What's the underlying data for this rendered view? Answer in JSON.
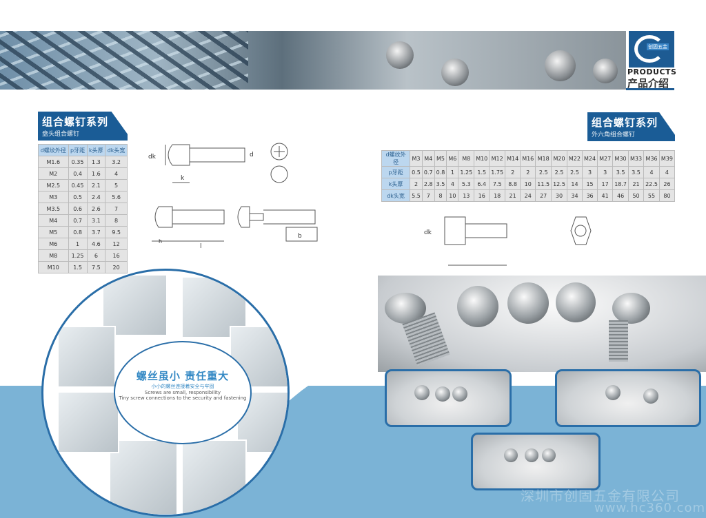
{
  "header": {
    "products_en": "PRODUCTS",
    "products_cn": "产品介绍",
    "logo_text": "创固五金"
  },
  "left_series": {
    "title": "组合螺钉系列",
    "subtitle": "盘头组合螺钉",
    "headers": [
      "d螺纹外径",
      "p牙距",
      "k头厚",
      "dk头宽"
    ],
    "rows": [
      [
        "M1.6",
        "0.35",
        "1.3",
        "3.2"
      ],
      [
        "M2",
        "0.4",
        "1.6",
        "4"
      ],
      [
        "M2.5",
        "0.45",
        "2.1",
        "5"
      ],
      [
        "M3",
        "0.5",
        "2.4",
        "5.6"
      ],
      [
        "M3.5",
        "0.6",
        "2.6",
        "7"
      ],
      [
        "M4",
        "0.7",
        "3.1",
        "8"
      ],
      [
        "M5",
        "0.8",
        "3.7",
        "9.5"
      ],
      [
        "M6",
        "1",
        "4.6",
        "12"
      ],
      [
        "M8",
        "1.25",
        "6",
        "16"
      ],
      [
        "M10",
        "1.5",
        "7.5",
        "20"
      ]
    ]
  },
  "right_series": {
    "title": "组合螺钉系列",
    "subtitle": "外六角组合螺钉",
    "rows": [
      [
        "d螺纹外径",
        "M3",
        "M4",
        "M5",
        "M6",
        "M8",
        "M10",
        "M12",
        "M14",
        "M16",
        "M18",
        "M20",
        "M22",
        "M24",
        "M27",
        "M30",
        "M33",
        "M36",
        "M39"
      ],
      [
        "p牙距",
        "0.5",
        "0.7",
        "0.8",
        "1",
        "1.25",
        "1.5",
        "1.75",
        "2",
        "2",
        "2.5",
        "2.5",
        "2.5",
        "3",
        "3",
        "3.5",
        "3.5",
        "4",
        "4"
      ],
      [
        "k头厚",
        "2",
        "2.8",
        "3.5",
        "4",
        "5.3",
        "6.4",
        "7.5",
        "8.8",
        "10",
        "11.5",
        "12.5",
        "14",
        "15",
        "17",
        "18.7",
        "21",
        "22.5",
        "26"
      ],
      [
        "dk头宽",
        "5.5",
        "7",
        "8",
        "10",
        "13",
        "16",
        "18",
        "21",
        "24",
        "27",
        "30",
        "34",
        "36",
        "41",
        "46",
        "50",
        "55",
        "80"
      ]
    ]
  },
  "drawing_labels": {
    "dk": "dk",
    "d": "d",
    "k": "k",
    "l": "l",
    "b": "b",
    "h": "h"
  },
  "slogan": {
    "cn": "螺丝虽小  责任重大",
    "cn_sub": "小小的螺丝连接着安全与牢固",
    "en1": "Screws are small, responsibility",
    "en2": "Tiny screw connections to the security and fastening"
  },
  "watermark": {
    "company": "深圳市创固五金有限公司",
    "site": "www.hc360.com"
  }
}
